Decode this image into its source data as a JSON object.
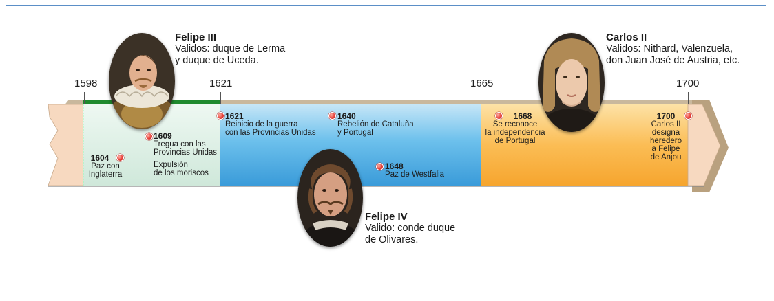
{
  "years": {
    "y1598": "1598",
    "y1621": "1621",
    "y1665": "1665",
    "y1700": "1700"
  },
  "kings": {
    "felipe3": {
      "name": "Felipe III",
      "valido_line1": "Validos: duque de Lerma",
      "valido_line2": "y duque de Uceda."
    },
    "felipe4": {
      "name": "Felipe IV",
      "valido_line1": "Valido: conde duque",
      "valido_line2": "de Olivares."
    },
    "carlos2": {
      "name": "Carlos II",
      "valido_line1": "Validos: Nithard, Valenzuela,",
      "valido_line2": "don Juan José de Austria, etc."
    }
  },
  "events": {
    "e1604": {
      "year": "1604",
      "line1": "Paz con",
      "line2": "Inglaterra"
    },
    "e1609": {
      "year": "1609",
      "line1": "Tregua con las",
      "line2": "Provincias Unidas",
      "line3": "Expulsión",
      "line4": "de los moriscos"
    },
    "e1621": {
      "year": "1621",
      "line1": "Reinicio de la guerra",
      "line2": "con las Provincias Unidas"
    },
    "e1640": {
      "year": "1640",
      "line1": "Rebelión de Cataluña",
      "line2": "y Portugal"
    },
    "e1648": {
      "year": "1648",
      "line1": "Paz de Westfalia"
    },
    "e1668": {
      "year": "1668",
      "line1": "Se reconoce",
      "line2": "la independencia",
      "line3": "de Portugal"
    },
    "e1700": {
      "year": "1700",
      "line1": "Carlos II",
      "line2": "designa",
      "line3": "heredero",
      "line4": "a Felipe",
      "line5": "de Anjou"
    }
  },
  "colors": {
    "felipe3_band": "#dcefe5",
    "felipe3_bar": "#1f8a2e",
    "felipe4_band": "#5cb4e6",
    "carlos2_band": "#f9b447",
    "edge": "#f7d9c0",
    "dot": "#e8413a",
    "frame": "#5b8fc7"
  }
}
